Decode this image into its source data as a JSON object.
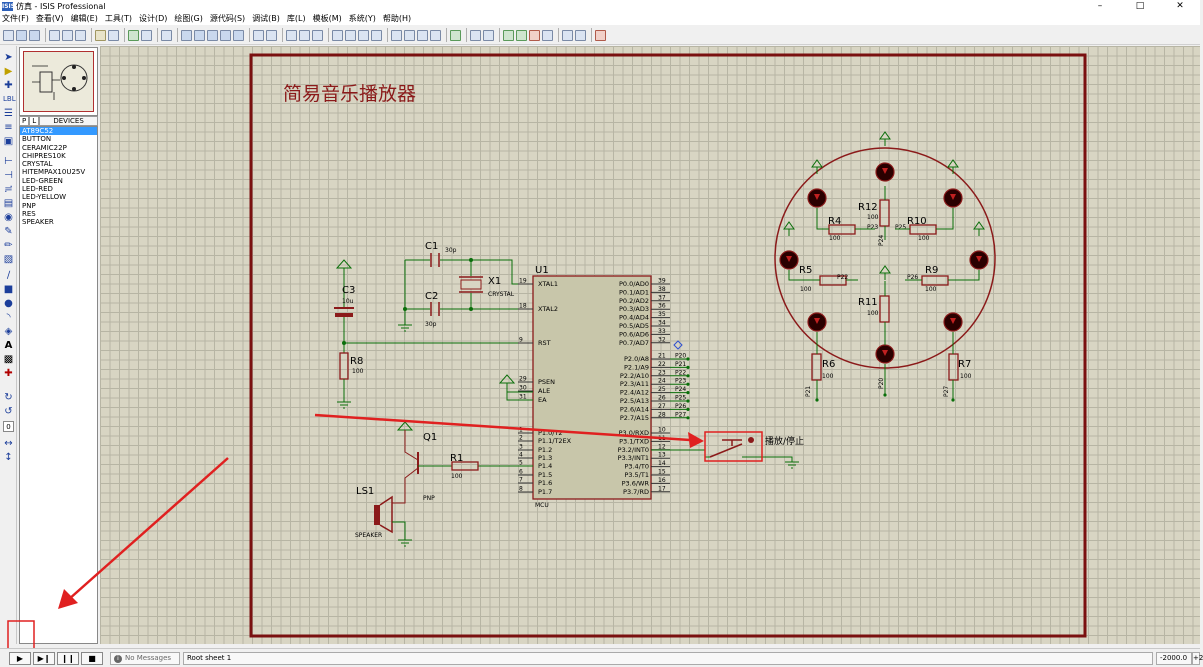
{
  "window": {
    "title": "仿真 - ISIS Professional",
    "app_icon": "ISIS"
  },
  "menu": [
    "文件(F)",
    "查看(V)",
    "编辑(E)",
    "工具(T)",
    "设计(D)",
    "绘图(G)",
    "源代码(S)",
    "调试(B)",
    "库(L)",
    "模板(M)",
    "系统(Y)",
    "帮助(H)"
  ],
  "device_panel": {
    "tab_p": "P",
    "tab_l": "L",
    "header": "DEVICES",
    "items": [
      "AT89C52",
      "BUTTON",
      "CERAMIC22P",
      "CHIPRES10K",
      "CRYSTAL",
      "HITEMPAX10U25V",
      "LED-GREEN",
      "LED-RED",
      "LED-YELLOW",
      "PNP",
      "RES",
      "SPEAKER"
    ],
    "selected": "AT89C52"
  },
  "schematic": {
    "title": "简易音乐播放器",
    "u1": {
      "ref": "U1",
      "part": "MCU",
      "left_pins": [
        {
          "num": "19",
          "name": "XTAL1"
        },
        {
          "num": "18",
          "name": "XTAL2"
        },
        {
          "num": "9",
          "name": "RST"
        },
        {
          "num": "29",
          "name": "PSEN"
        },
        {
          "num": "30",
          "name": "ALE"
        },
        {
          "num": "31",
          "name": "EA"
        },
        {
          "num": "1",
          "name": "P1.0/T2"
        },
        {
          "num": "2",
          "name": "P1.1/T2EX"
        },
        {
          "num": "3",
          "name": "P1.2"
        },
        {
          "num": "4",
          "name": "P1.3"
        },
        {
          "num": "5",
          "name": "P1.4"
        },
        {
          "num": "6",
          "name": "P1.5"
        },
        {
          "num": "7",
          "name": "P1.6"
        },
        {
          "num": "8",
          "name": "P1.7"
        }
      ],
      "right_pins": [
        {
          "num": "39",
          "name": "P0.0/AD0"
        },
        {
          "num": "38",
          "name": "P0.1/AD1"
        },
        {
          "num": "37",
          "name": "P0.2/AD2"
        },
        {
          "num": "36",
          "name": "P0.3/AD3"
        },
        {
          "num": "35",
          "name": "P0.4/AD4"
        },
        {
          "num": "34",
          "name": "P0.5/AD5"
        },
        {
          "num": "33",
          "name": "P0.6/AD6"
        },
        {
          "num": "32",
          "name": "P0.7/AD7"
        },
        {
          "num": "21",
          "name": "P2.0/A8"
        },
        {
          "num": "22",
          "name": "P2.1/A9"
        },
        {
          "num": "23",
          "name": "P2.2/A10"
        },
        {
          "num": "24",
          "name": "P2.3/A11"
        },
        {
          "num": "25",
          "name": "P2.4/A12"
        },
        {
          "num": "26",
          "name": "P2.5/A13"
        },
        {
          "num": "27",
          "name": "P2.6/A14"
        },
        {
          "num": "28",
          "name": "P2.7/A15"
        },
        {
          "num": "10",
          "name": "P3.0/RXD"
        },
        {
          "num": "11",
          "name": "P3.1/TXD"
        },
        {
          "num": "12",
          "name": "P3.2/INT0"
        },
        {
          "num": "13",
          "name": "P3.3/INT1"
        },
        {
          "num": "14",
          "name": "P3.4/T0"
        },
        {
          "num": "15",
          "name": "P3.5/T1"
        },
        {
          "num": "16",
          "name": "P3.6/WR"
        },
        {
          "num": "17",
          "name": "P3.7/RD"
        }
      ],
      "net_labels": [
        "P20",
        "P21",
        "P22",
        "P23",
        "P24",
        "P25",
        "P26",
        "P27"
      ]
    },
    "c1": {
      "ref": "C1",
      "value": "30p"
    },
    "c2": {
      "ref": "C2",
      "value": "30p"
    },
    "c3": {
      "ref": "C3",
      "value": "10u"
    },
    "x1": {
      "ref": "X1",
      "value": "CRYSTAL"
    },
    "r8": {
      "ref": "R8",
      "value": "100"
    },
    "r1": {
      "ref": "R1",
      "value": "100"
    },
    "q1": {
      "ref": "Q1",
      "value": "PNP"
    },
    "ls1": {
      "ref": "LS1",
      "value": "SPEAKER"
    },
    "button_label": "播放/停止",
    "led_ring": {
      "resistors": [
        {
          "ref": "R12",
          "value": "100",
          "net": "P24"
        },
        {
          "ref": "R4",
          "value": "100",
          "net": "P23"
        },
        {
          "ref": "R10",
          "value": "100",
          "net": "P25"
        },
        {
          "ref": "R5",
          "value": "100",
          "net": "P22"
        },
        {
          "ref": "R9",
          "value": "100",
          "net": "P26"
        },
        {
          "ref": "R11",
          "value": "100",
          "net": "P20"
        },
        {
          "ref": "R6",
          "value": "100",
          "net": "P21"
        },
        {
          "ref": "R7",
          "value": "100",
          "net": "P27"
        }
      ]
    }
  },
  "status": {
    "messages": "No Messages",
    "sheet": "Root sheet 1",
    "coord_x": "-2000.0",
    "coord_y": "+2"
  },
  "colors": {
    "wire": "#0a6e0a",
    "part": "#8b1a1a",
    "frame": "#7a1010",
    "annotation": "#e02020",
    "canvas": "#d8d5c3"
  }
}
